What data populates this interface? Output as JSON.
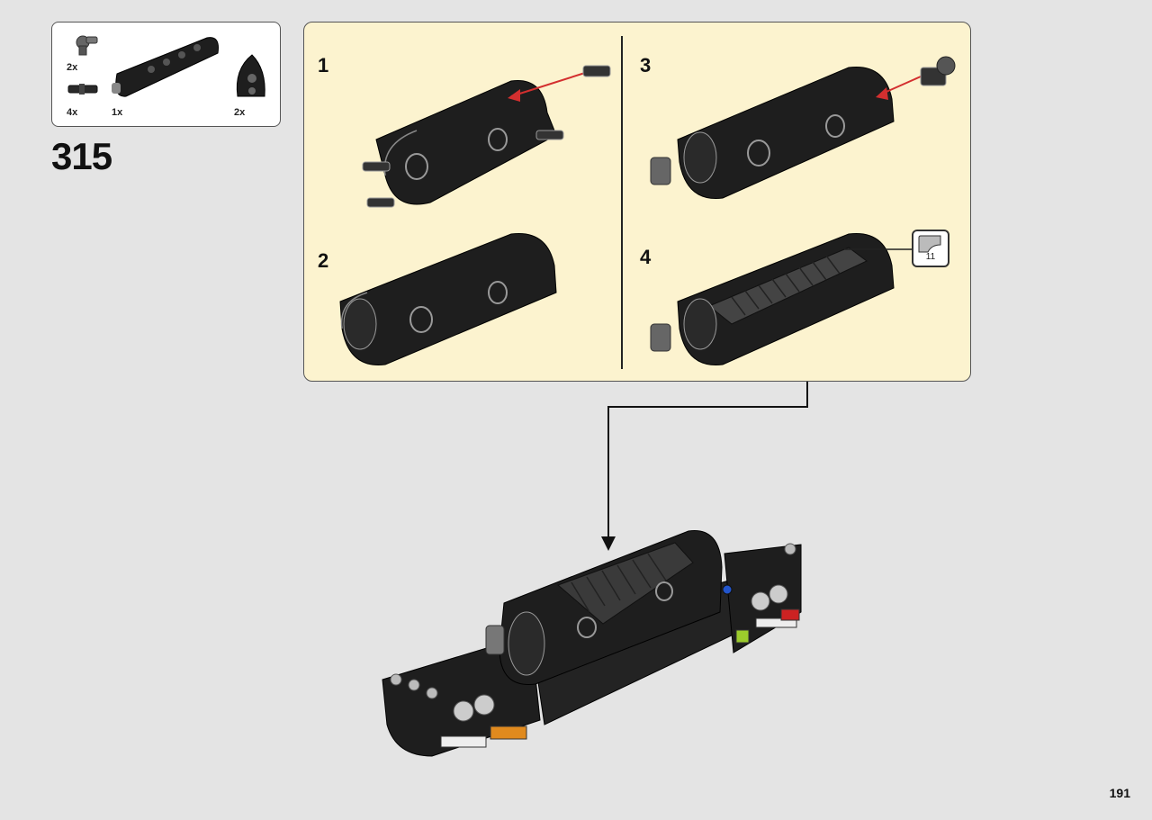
{
  "parts_list": {
    "items": [
      {
        "name": "axle-connector",
        "qty": "2x"
      },
      {
        "name": "axle-pin",
        "qty": "4x"
      },
      {
        "name": "panel-beam",
        "qty": "1x"
      },
      {
        "name": "curved-panel",
        "qty": "2x"
      }
    ]
  },
  "step": {
    "number": "315"
  },
  "sub_steps": [
    {
      "label": "1"
    },
    {
      "label": "2"
    },
    {
      "label": "3"
    },
    {
      "label": "4"
    }
  ],
  "sticker": {
    "number": "11"
  },
  "page": {
    "number": "191"
  },
  "colors": {
    "panel_bg": "#fcf3cf",
    "page_bg": "#e4e4e4",
    "brick_black": "#1e1e1e",
    "arrow_red": "#d32f2f"
  }
}
